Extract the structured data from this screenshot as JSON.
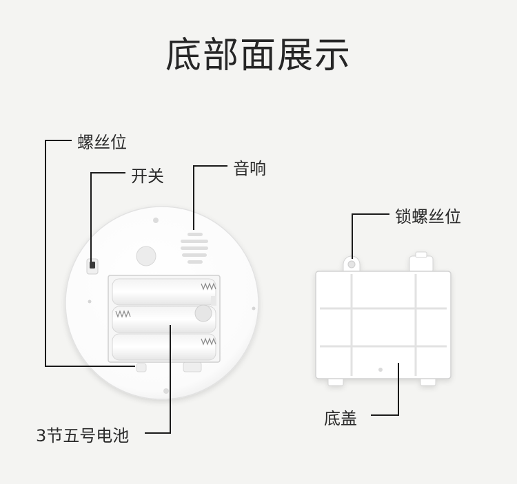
{
  "title": "底部面展示",
  "labels": {
    "screw_position": "螺丝位",
    "switch": "开关",
    "speaker": "音响",
    "batteries": "3节五号电池",
    "lock_screw_position": "锁螺丝位",
    "bottom_cover": "底盖"
  },
  "colors": {
    "background": "#f4f4f2",
    "device": "#ffffff",
    "line": "#1a1a1a"
  }
}
